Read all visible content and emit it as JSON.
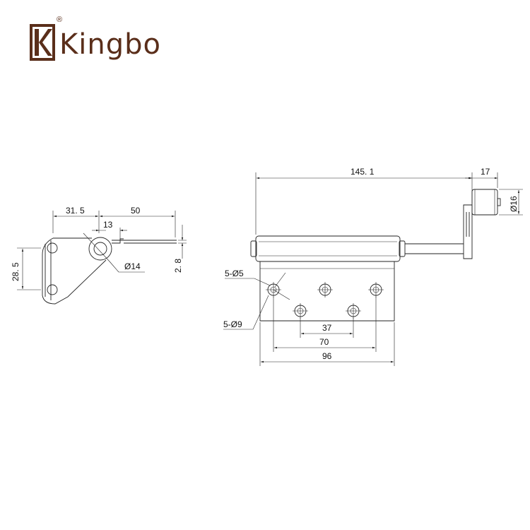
{
  "brand": {
    "name": "Kingbo",
    "registered_mark": "®",
    "color": "#5a2e1a"
  },
  "side_view": {
    "dim_width_a": "31. 5",
    "dim_width_b": "50",
    "dim_offset": "13",
    "dim_height": "28. 5",
    "dim_diameter": "Ø14",
    "dim_thickness": "2. 8"
  },
  "front_view": {
    "dim_total_length": "145. 1",
    "dim_arm": "17",
    "dim_roller_diameter": "Ø16",
    "hole_small": "5-Ø5",
    "hole_large": "5-Ø9",
    "dim_37": "37",
    "dim_70": "70",
    "dim_96": "96"
  }
}
